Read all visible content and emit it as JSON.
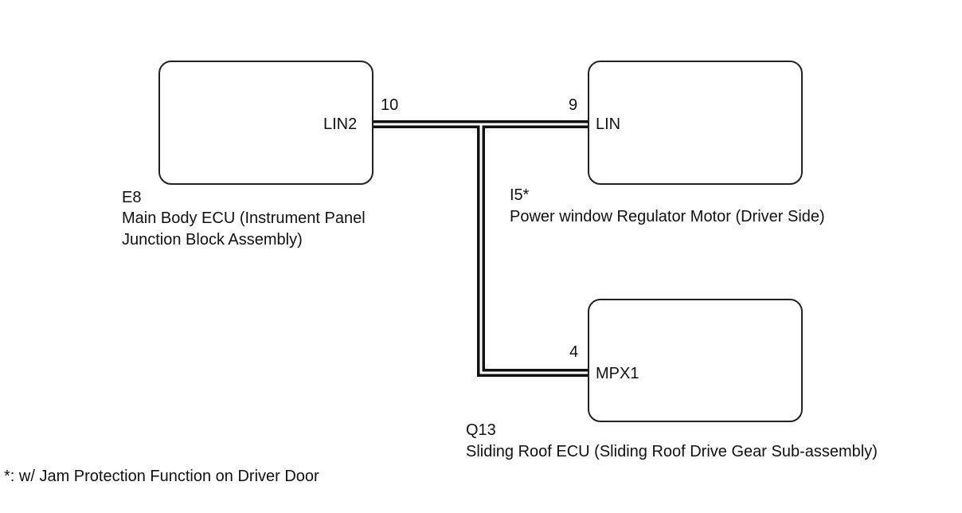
{
  "components": {
    "e8": {
      "code": "E8",
      "name_line1": "Main Body ECU (Instrument Panel",
      "name_line2": "Junction Block Assembly)",
      "terminal_name": "LIN2",
      "pin": "10"
    },
    "i5": {
      "code": "I5*",
      "name": "Power window Regulator Motor (Driver Side)",
      "terminal_name": "LIN",
      "pin": "9"
    },
    "q13": {
      "code": "Q13",
      "name": "Sliding Roof ECU (Sliding Roof Drive Gear Sub-assembly)",
      "terminal_name": "MPX1",
      "pin": "4"
    }
  },
  "footnote": "*: w/ Jam Protection Function on Driver Door"
}
